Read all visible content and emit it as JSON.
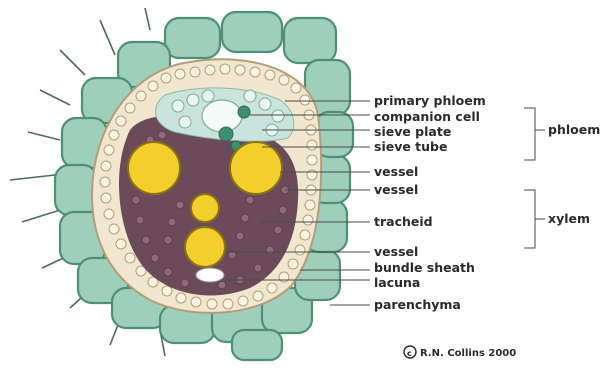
{
  "diagram": {
    "labels": {
      "primary_phloem": "primary phloem",
      "companion_cell": "companion cell",
      "sieve_plate": "sieve plate",
      "sieve_tube": "sieve tube",
      "vessel_1": "vessel",
      "vessel_2": "vessel",
      "tracheid": "tracheid",
      "vessel_3": "vessel",
      "bundle_sheath": "bundle sheath",
      "lacuna": "lacuna",
      "parenchyma": "parenchyma"
    },
    "groups": {
      "phloem": "phloem",
      "xylem": "xylem"
    },
    "copyright": "R.N. Collins 2000"
  },
  "colors": {
    "parenchyma_fill": "#9ecfba",
    "parenchyma_stroke": "#4f8f7a",
    "sheath_fill": "#f1e7cf",
    "xylem_matrix": "#6b4a5a",
    "vessel_fill": "#f2cf2c",
    "phloem_fill": "#c9e4dc",
    "companion_fill": "#3f8f6e",
    "line": "#4a4a4a"
  }
}
